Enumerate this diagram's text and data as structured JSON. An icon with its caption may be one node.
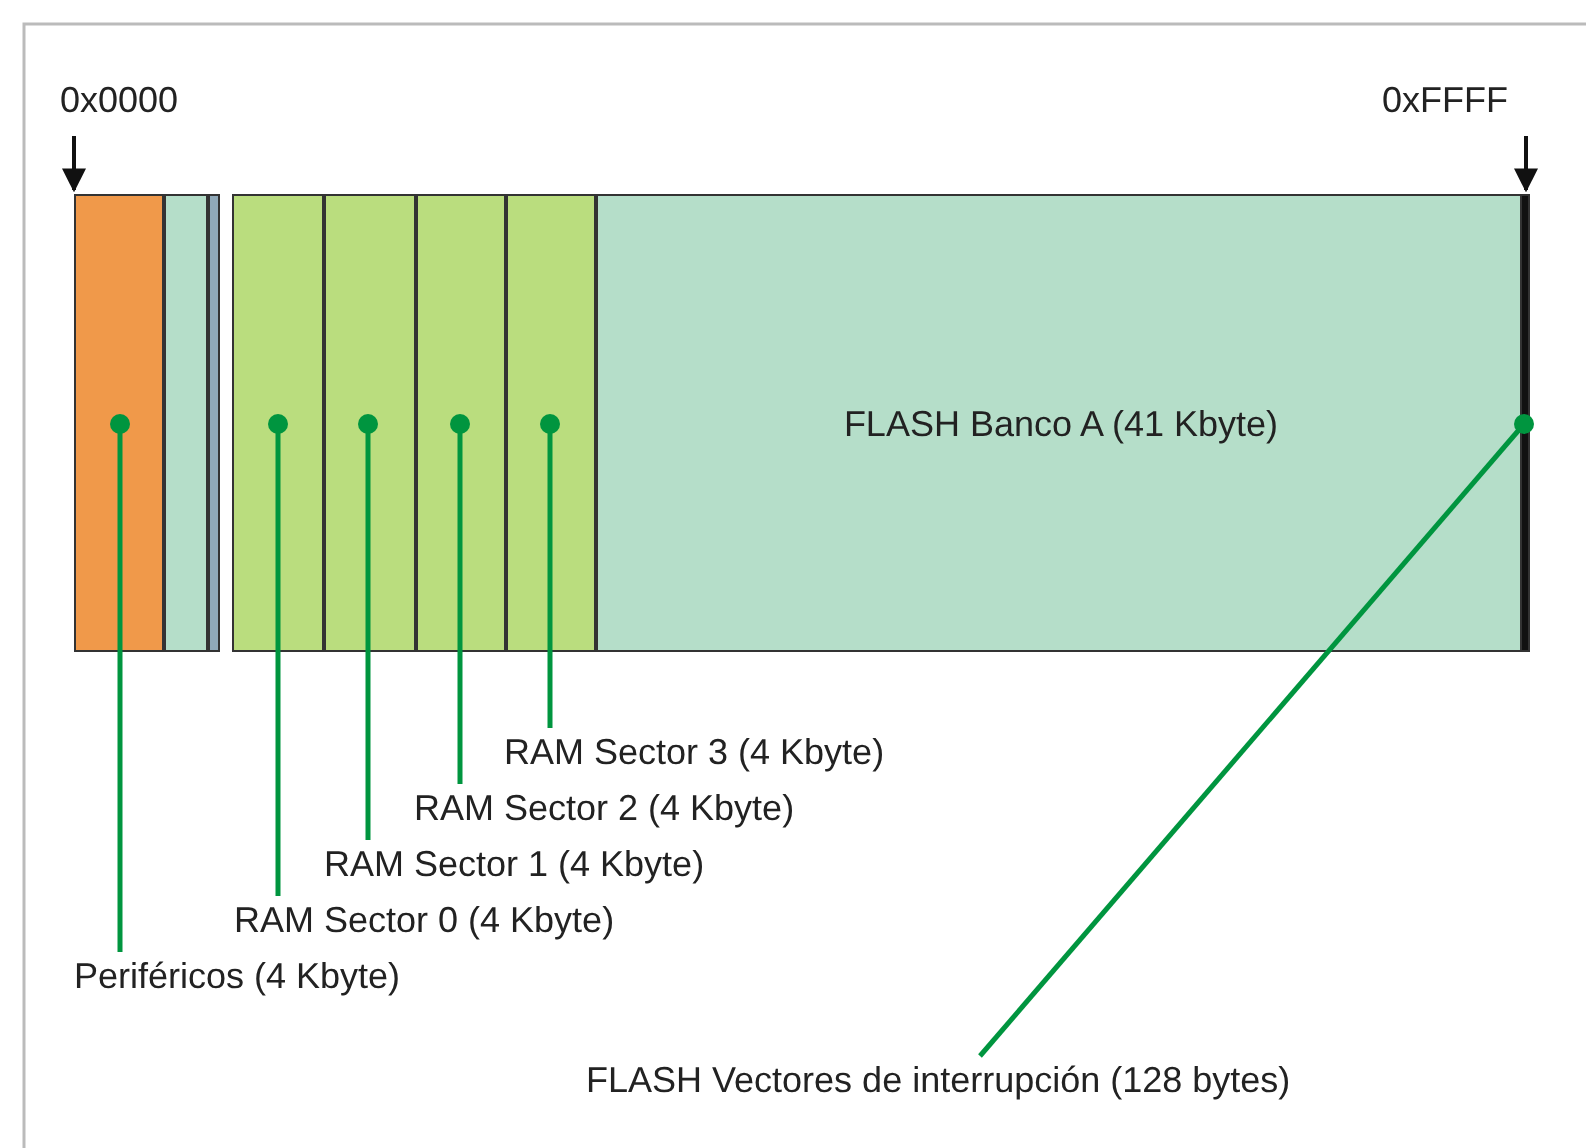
{
  "diagram": {
    "nodes": [
      {
        "text": [],
        "shape": "box"
      },
      {
        "text": [],
        "shape": "box"
      },
      {
        "text": [],
        "shape": "box"
      },
      {
        "text": [],
        "shape": "box"
      },
      {
        "text": [],
        "shape": "box"
      },
      {
        "text": [],
        "shape": "box"
      },
      {
        "text": [],
        "shape": "box"
      },
      {
        "text": [
          "FLASH Banco A (41 Kbyte)"
        ]
      },
      {
        "text": [],
        "shape": "box"
      },
      {
        "text": [
          "Periféricos (4 Kbyte)"
        ]
      },
      {
        "text": [
          "RAM Sector 0 (4 Kbyte)"
        ]
      },
      {
        "text": [
          "RAM Sector 1 (4 Kbyte)"
        ]
      },
      {
        "text": [
          "RAM Sector 2 (4 Kbyte)"
        ]
      },
      {
        "text": [
          "RAM Sector 3 (4 Kbyte)"
        ]
      },
      {
        "text": [
          "FLASH Vectores de interrupción (128 bytes)"
        ]
      }
    ],
    "edges": [
      {
        "from": 9,
        "to": 0,
        "arrow": "other"
      },
      {
        "from": 10,
        "to": 3,
        "arrow": "other"
      },
      {
        "from": 11,
        "to": 4,
        "arrow": "other"
      },
      {
        "from": 12,
        "to": 5,
        "arrow": "other"
      },
      {
        "from": 13,
        "to": 6,
        "arrow": "other"
      },
      {
        "from": 14,
        "to": 8,
        "arrow": "other"
      }
    ],
    "labels": [
      "0x0000",
      "0xFFFF"
    ]
  }
}
